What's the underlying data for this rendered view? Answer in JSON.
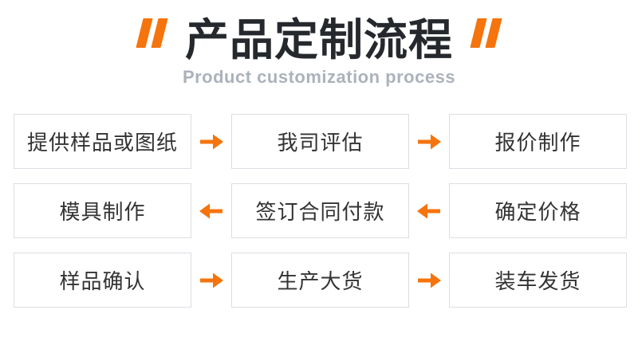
{
  "header": {
    "title": "产品定制流程",
    "subtitle": "Product customization process"
  },
  "flow": {
    "rows": [
      {
        "direction": "right",
        "steps": [
          "提供样品或图纸",
          "我司评估",
          "报价制作"
        ]
      },
      {
        "direction": "left",
        "steps": [
          "模具制作",
          "签订合同付款",
          "确定价格"
        ]
      },
      {
        "direction": "right",
        "steps": [
          "样品确认",
          "生产大货",
          "装车发货"
        ]
      }
    ]
  },
  "icons": {
    "open_quote": "slanted-double-quote-bars",
    "close_quote": "slanted-double-quote-bars",
    "arrow_right": "→",
    "arrow_left": "←"
  },
  "colors": {
    "accent_orange": "#F5740D",
    "title_text": "#25282C",
    "subtitle_text": "#ACB2BB",
    "box_border": "#DBDEE3",
    "box_text": "#333333",
    "background": "#FFFFFF"
  }
}
